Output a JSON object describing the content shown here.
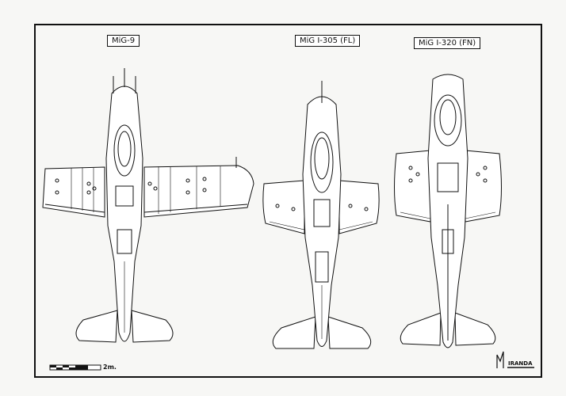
{
  "labels": {
    "mig9": "MiG-9",
    "mig305": "MiG I-305 (FL)",
    "mig320": "MiG I-320 (FN)"
  },
  "scale": {
    "text": "2m."
  }
}
